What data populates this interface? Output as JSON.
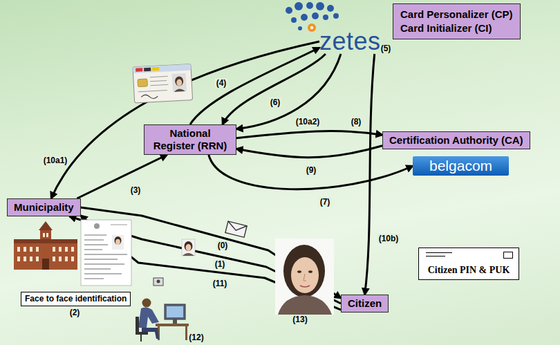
{
  "diagram": {
    "nodes": [
      {
        "text": [
          "Card Personalizer (CP)",
          "Card Initializer (CI)"
        ]
      },
      {
        "text": [
          "zetes"
        ]
      },
      {
        "text": [
          "National Register (RRN)"
        ]
      },
      {
        "text": [
          "Certification Authority (CA)"
        ]
      },
      {
        "text": [
          "belgacom"
        ]
      },
      {
        "text": [
          "Municipality"
        ]
      },
      {
        "text": [
          "Face to face identification"
        ]
      },
      {
        "text": [
          "Citizen PIN & PUK"
        ]
      },
      {
        "text": [
          "Citizen"
        ]
      }
    ],
    "edges": [
      {
        "from": 1,
        "to": 5,
        "label": "(10a1)",
        "arrow": "to"
      },
      {
        "from": 5,
        "to": 2,
        "label": "(3)",
        "arrow": "to"
      },
      {
        "from": 2,
        "to": 1,
        "label": "(4)",
        "arrow": "to"
      },
      {
        "from": 1,
        "to": 2,
        "label": "(6)",
        "arrow": "to"
      },
      {
        "from": 1,
        "to": 2,
        "label": "(10a2)",
        "arrow": "to"
      },
      {
        "from": 2,
        "to": 3,
        "label": "(8)",
        "arrow": "to"
      },
      {
        "from": 3,
        "to": 2,
        "label": "(9)",
        "arrow": "to"
      },
      {
        "from": 2,
        "to": 4,
        "label": "(7)",
        "arrow": "to"
      },
      {
        "from": 1,
        "to": 8,
        "label": "(10b)",
        "arrow": "to"
      },
      {
        "from": 5,
        "to": 8,
        "label": "(0)",
        "arrow": "to"
      },
      {
        "from": 8,
        "to": 5,
        "label": "(1)",
        "arrow": "to"
      },
      {
        "from": 8,
        "to": 5,
        "label": "(11)",
        "arrow": "to"
      }
    ],
    "labels": [
      "(5)",
      "(2)",
      "(12)",
      "(13)"
    ]
  }
}
